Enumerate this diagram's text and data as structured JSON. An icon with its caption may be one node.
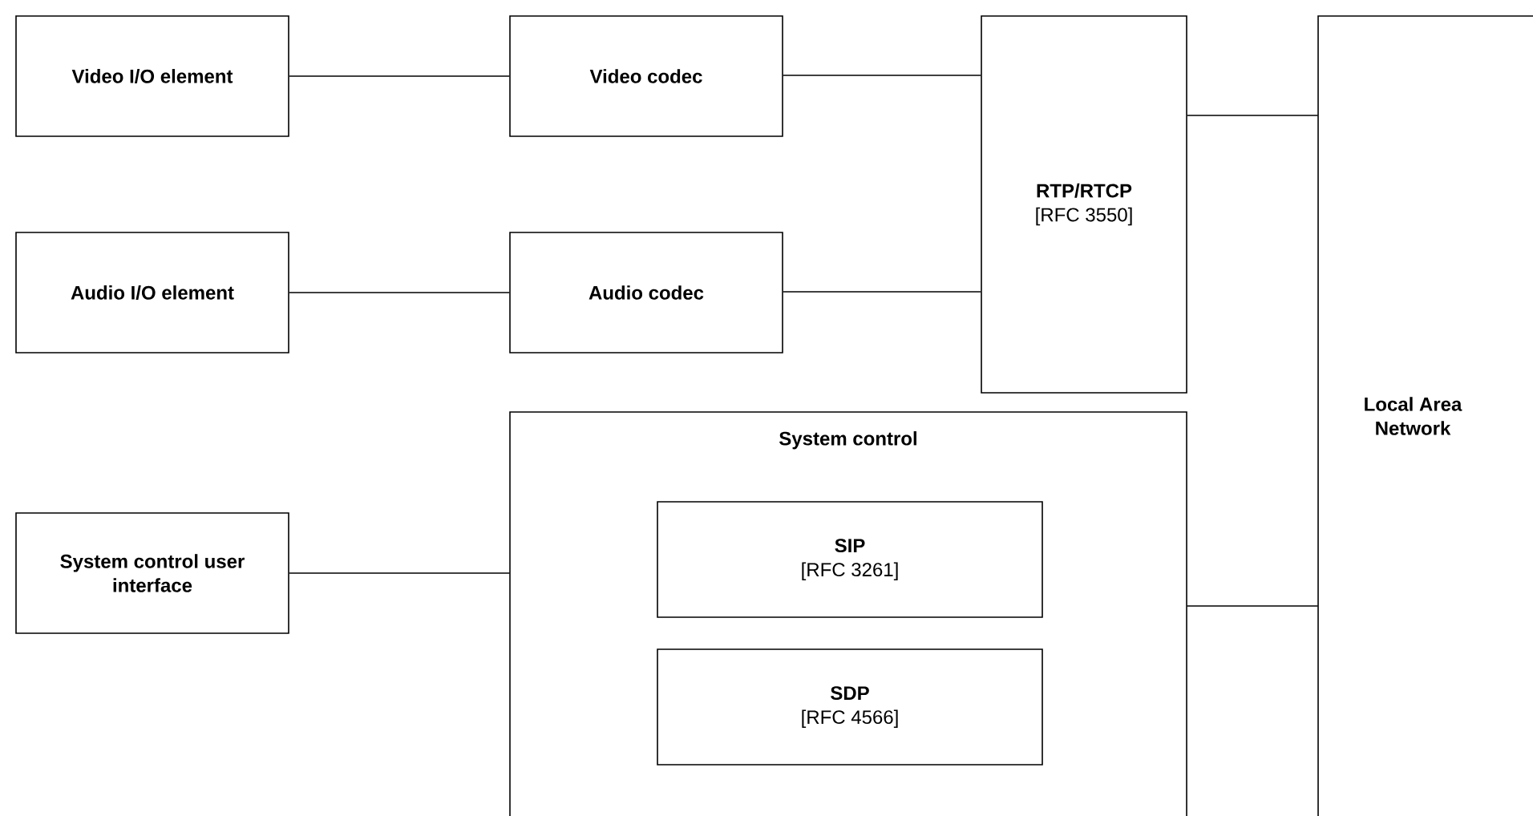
{
  "diagram": {
    "nodes": [
      {
        "text": [
          "Video I/O element"
        ]
      },
      {
        "text": [
          "Video codec"
        ]
      },
      {
        "text": [
          "RTP/RTCP",
          "[RFC 3550]"
        ]
      },
      {
        "text": [
          "Local Area Network"
        ]
      },
      {
        "text": [
          "Audio I/O element"
        ]
      },
      {
        "text": [
          "Audio codec"
        ]
      },
      {
        "text": [
          "System control"
        ]
      },
      {
        "text": [
          "SIP",
          "[RFC 3261]"
        ],
        "in": 6
      },
      {
        "text": [
          "SDP",
          "[RFC 4566]"
        ],
        "in": 6
      },
      {
        "text": [
          "System control user interface"
        ]
      }
    ],
    "edges": [
      {
        "from": 0,
        "to": 1,
        "arrow": "none"
      },
      {
        "from": 1,
        "to": 2,
        "arrow": "none"
      },
      {
        "from": 4,
        "to": 5,
        "arrow": "none"
      },
      {
        "from": 5,
        "to": 2,
        "arrow": "none"
      },
      {
        "from": 2,
        "to": 3,
        "arrow": "none"
      },
      {
        "from": 9,
        "to": 6,
        "arrow": "none"
      },
      {
        "from": 6,
        "to": 3,
        "arrow": "none"
      }
    ]
  }
}
